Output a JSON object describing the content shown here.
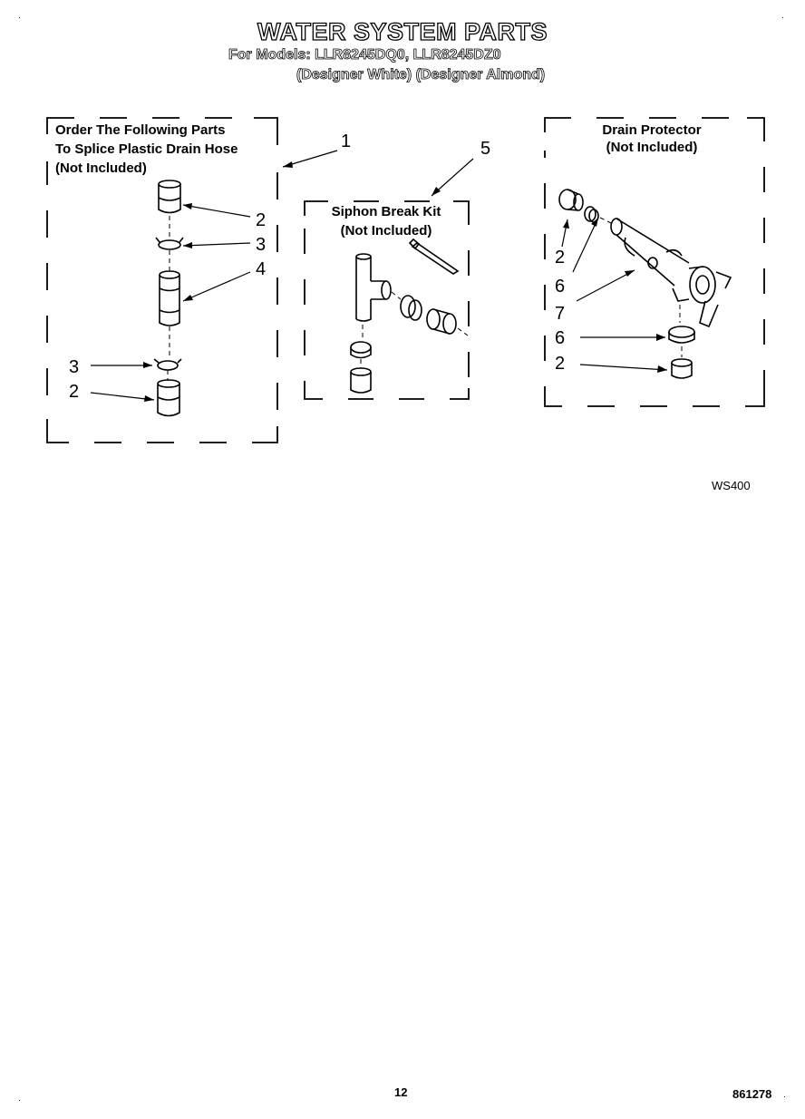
{
  "header": {
    "title": "WATER SYSTEM PARTS",
    "models_line": "For Models: LLR8245DQ0, LLR8245DZ0",
    "colors_line": "(Designer White)  (Designer Almond)"
  },
  "panels": {
    "left": {
      "lines": [
        "Order The Following Parts",
        "To Splice Plastic Drain Hose",
        "(Not Included)"
      ]
    },
    "middle": {
      "lines": [
        "Siphon Break Kit",
        "(Not Included)"
      ]
    },
    "right": {
      "lines": [
        "Drain Protector",
        "(Not Included)"
      ]
    }
  },
  "callouts": {
    "left_panel": [
      "1",
      "2",
      "3",
      "4",
      "3",
      "2"
    ],
    "middle_panel": [
      "5"
    ],
    "right_panel": [
      "2",
      "6",
      "7",
      "6",
      "2"
    ]
  },
  "figure_code": "WS400",
  "footer": {
    "page_number": "12",
    "doc_number": "861278"
  },
  "corner_marks": [
    "·",
    "·",
    "·",
    "·"
  ]
}
